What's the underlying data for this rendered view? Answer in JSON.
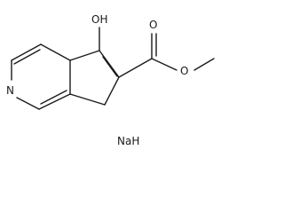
{
  "molecule": {
    "atoms": {
      "hydroxyl": "OH",
      "carbonyl_oxygen": "O",
      "ester_oxygen": "O",
      "pyridine_nitrogen": "N"
    },
    "counterion": "NaH"
  },
  "colors": {
    "bond": "#1a1a1a",
    "background": "#ffffff"
  }
}
